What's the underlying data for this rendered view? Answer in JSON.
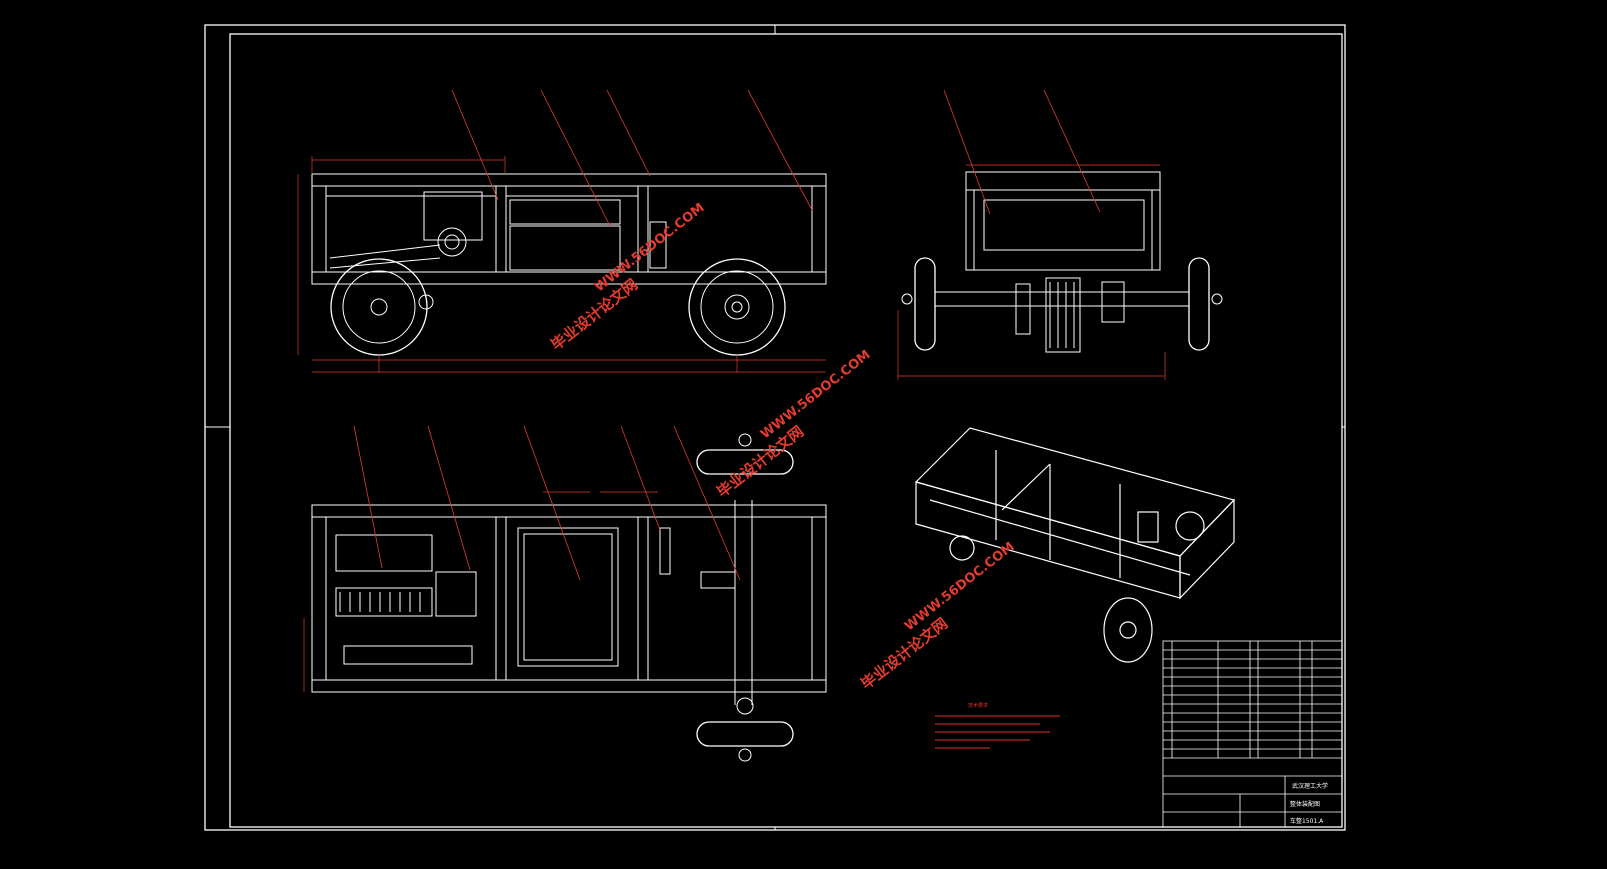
{
  "watermarks": {
    "site_cn": "毕业设计论文网",
    "site_url": "WWW.56DOC.COM"
  },
  "notes": {
    "title": "技术要求"
  },
  "title_block": {
    "school": "武汉理工大学",
    "drawing_name": "整体装配图",
    "drawing_number": "车整1501.A"
  },
  "colors": {
    "background": "#000000",
    "lines": "#ffffff",
    "leaders": "#e23c2e",
    "dimensions": "#e23c2e"
  }
}
